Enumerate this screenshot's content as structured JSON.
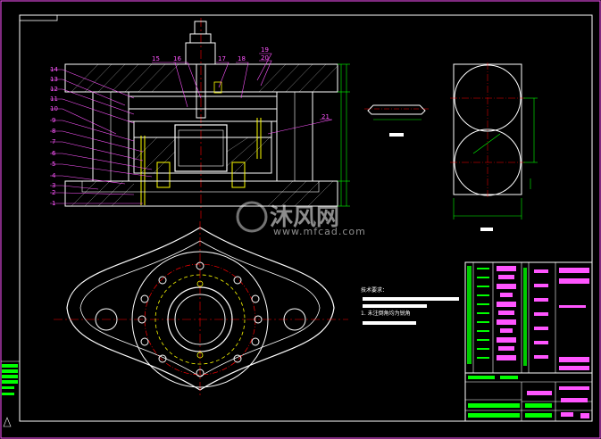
{
  "part_labels": [
    "1",
    "2",
    "3",
    "4",
    "5",
    "6",
    "7",
    "8",
    "9",
    "10",
    "11",
    "12",
    "13",
    "14",
    "15",
    "16",
    "17",
    "18",
    "19",
    "20",
    "21"
  ],
  "notes": {
    "heading": "技术要求：",
    "item_1": "1. 未注倒角均为锐角"
  },
  "watermark": {
    "brand": "沐风网",
    "url": "www.mfcad.com"
  },
  "colors": {
    "background": "#000000",
    "outline": "#ffffff",
    "centerline": "#ff0000",
    "dimension": "#00ff00",
    "leader": "#ff55ff",
    "hidden": "#ffff00",
    "frame": "#ff55ff"
  }
}
